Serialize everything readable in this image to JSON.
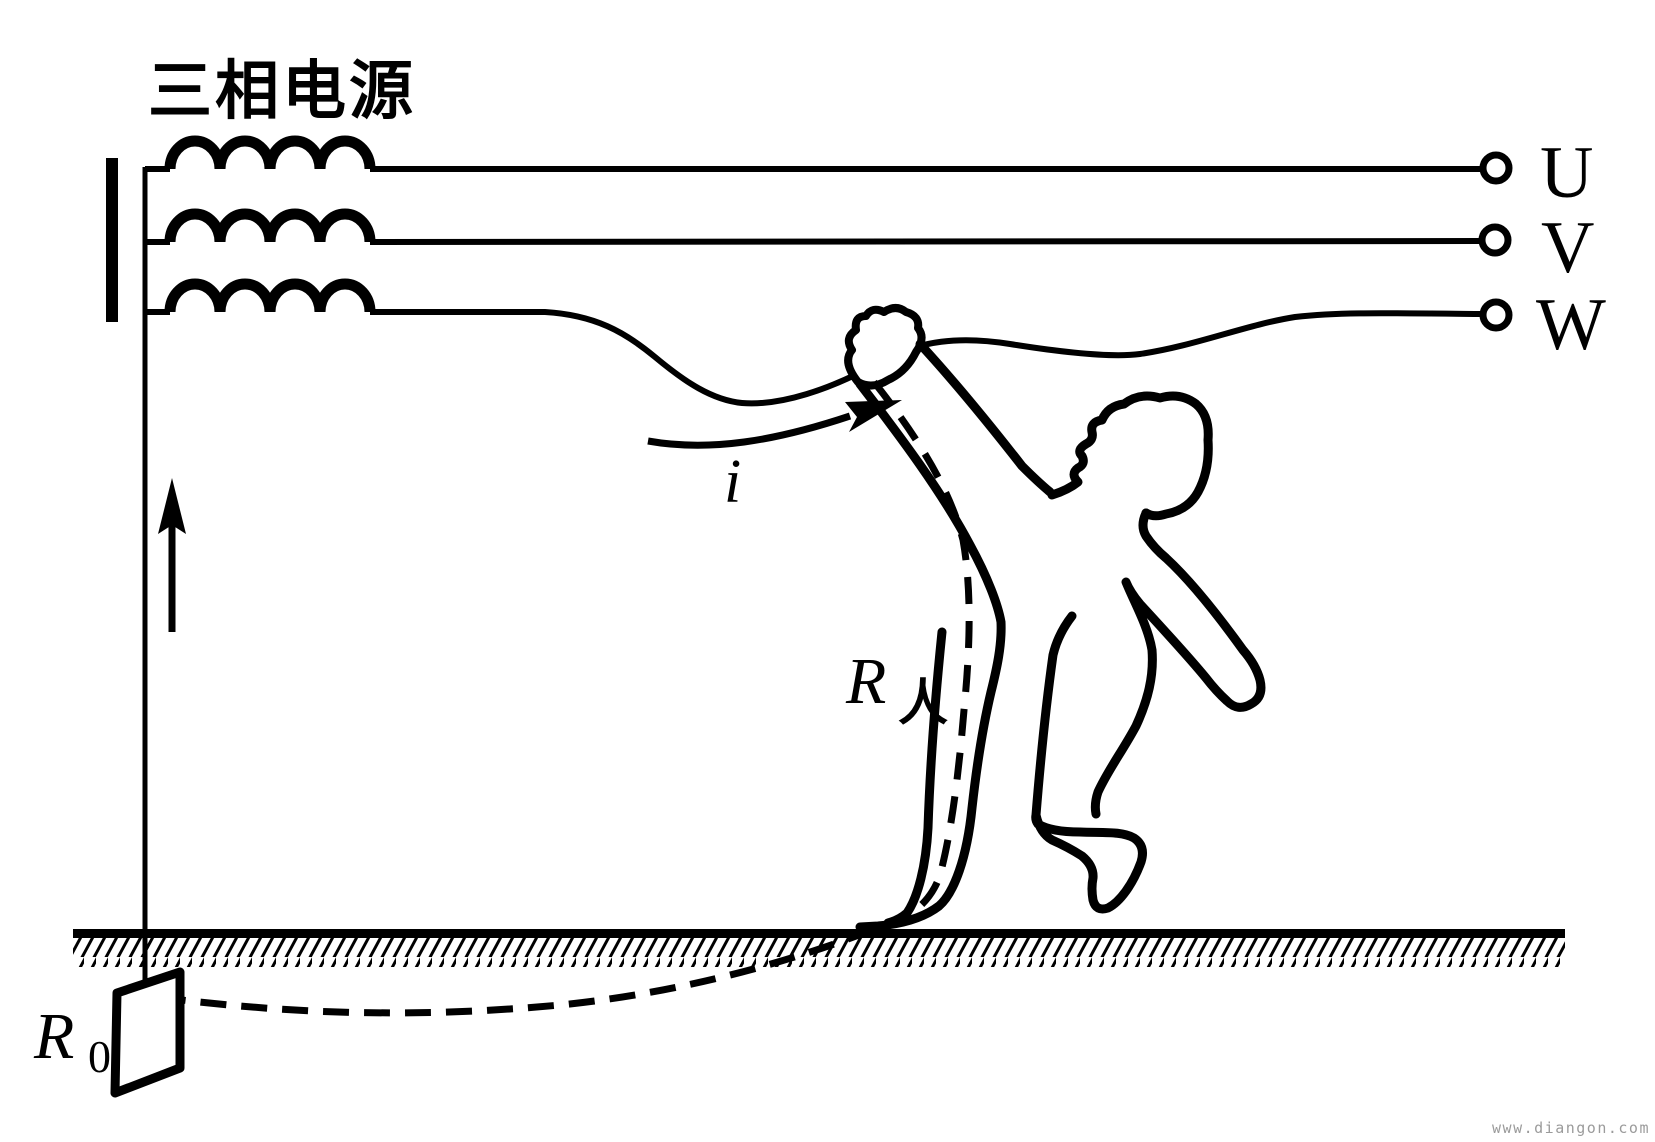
{
  "diagram": {
    "title": "三相电源",
    "terminals": [
      {
        "label": "U"
      },
      {
        "label": "V"
      },
      {
        "label": "W"
      }
    ],
    "current_label": "i",
    "body_resistance": {
      "base": "R",
      "sub": "人"
    },
    "ground_resistance": {
      "base": "R",
      "sub": "0"
    },
    "watermark": "www.diangon.com",
    "colors": {
      "line": "#000000",
      "background": "#ffffff",
      "watermark": "#9b9b9b"
    },
    "elements": {
      "source": "three-phase source windings",
      "ground": "earth surface with hatching",
      "electrode": "grounding electrode plate",
      "person": "person touching live wire"
    }
  }
}
